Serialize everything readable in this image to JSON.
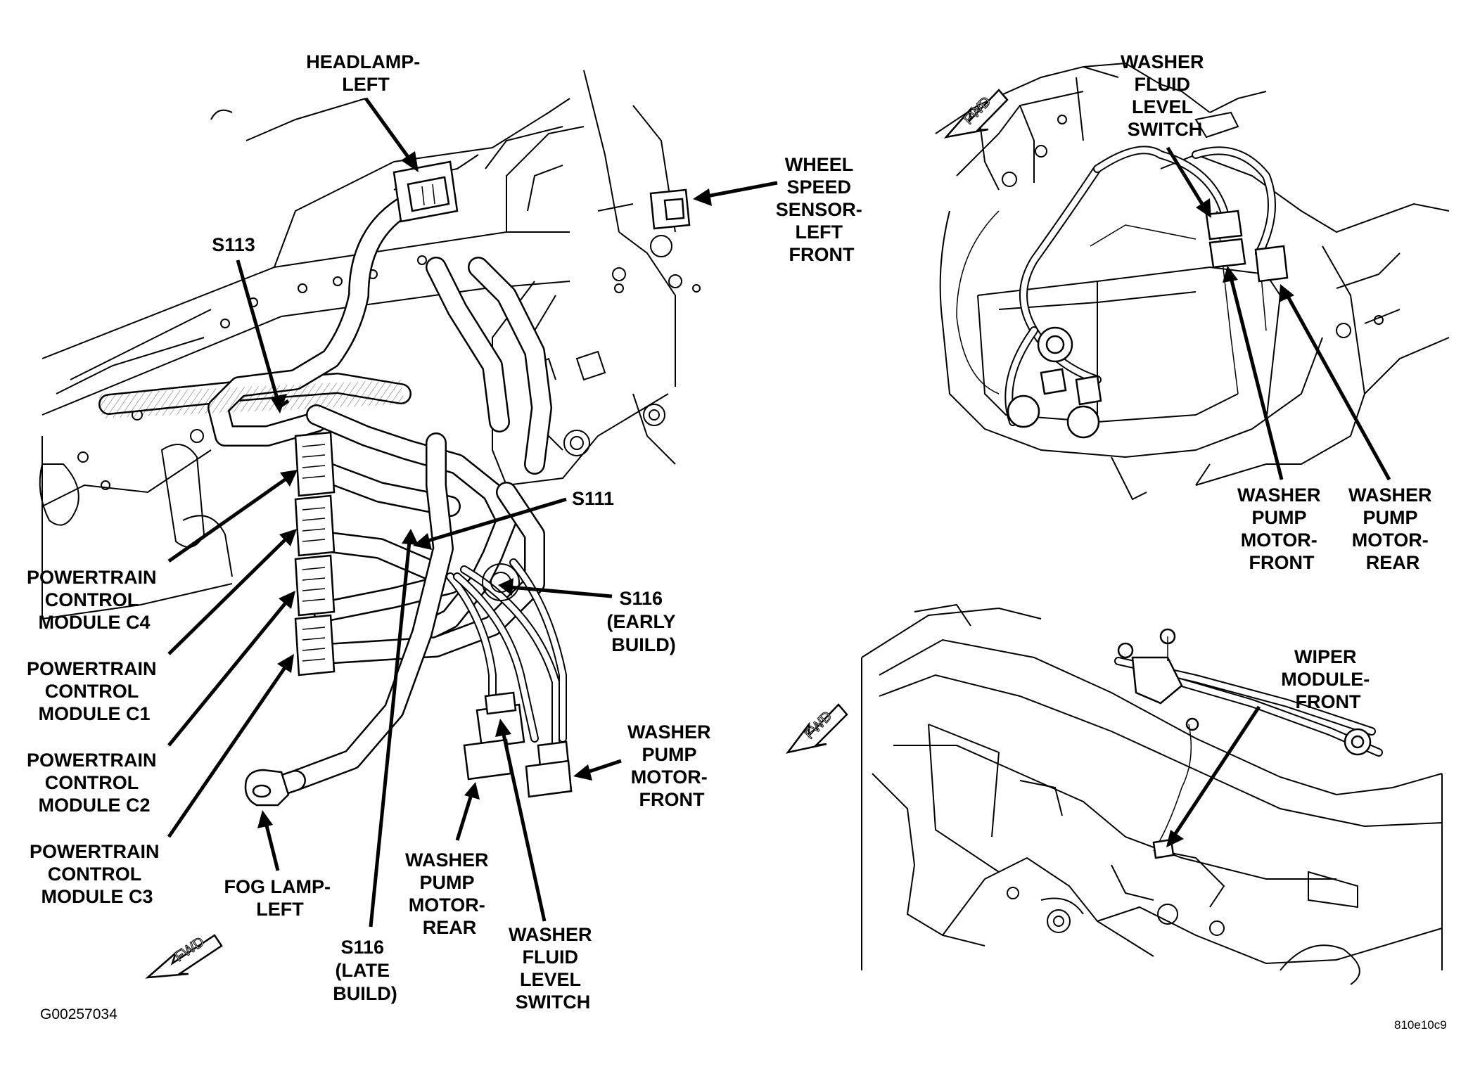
{
  "diagram": {
    "figure_id": "G00257034",
    "figure_code": "810e10c9",
    "fwd_label": "FWD",
    "labels": {
      "headlamp_left": [
        "HEADLAMP-",
        "LEFT"
      ],
      "s113": [
        "S113"
      ],
      "wheel_speed_sensor": [
        "WHEEL",
        "SPEED",
        "SENSOR-",
        "LEFT",
        "FRONT"
      ],
      "s111": [
        "S111"
      ],
      "s116_early": [
        "S116",
        "(EARLY",
        "BUILD)"
      ],
      "pcm_c4": [
        "POWERTRAIN",
        "CONTROL",
        "MODULE C4"
      ],
      "pcm_c1": [
        "POWERTRAIN",
        "CONTROL",
        "MODULE C1"
      ],
      "pcm_c2": [
        "POWERTRAIN",
        "CONTROL",
        "MODULE C2"
      ],
      "pcm_c3": [
        "POWERTRAIN",
        "CONTROL",
        "MODULE C3"
      ],
      "washer_pump_front_main": [
        "WASHER",
        "PUMP",
        "MOTOR-",
        "FRONT"
      ],
      "fog_lamp_left": [
        "FOG LAMP-",
        "LEFT"
      ],
      "washer_pump_rear_main": [
        "WASHER",
        "PUMP",
        "MOTOR-",
        "REAR"
      ],
      "washer_fluid_switch_main": [
        "WASHER",
        "FLUID",
        "LEVEL",
        "SWITCH"
      ],
      "s116_late": [
        "S116",
        "(LATE",
        "BUILD)"
      ],
      "washer_fluid_switch_inset": [
        "WASHER",
        "FLUID",
        "LEVEL",
        "SWITCH"
      ],
      "washer_pump_front_inset": [
        "WASHER",
        "PUMP",
        "MOTOR-",
        "FRONT"
      ],
      "washer_pump_rear_inset": [
        "WASHER",
        "PUMP",
        "MOTOR-",
        "REAR"
      ],
      "wiper_module_front": [
        "WIPER",
        "MODULE-",
        "FRONT"
      ]
    }
  }
}
